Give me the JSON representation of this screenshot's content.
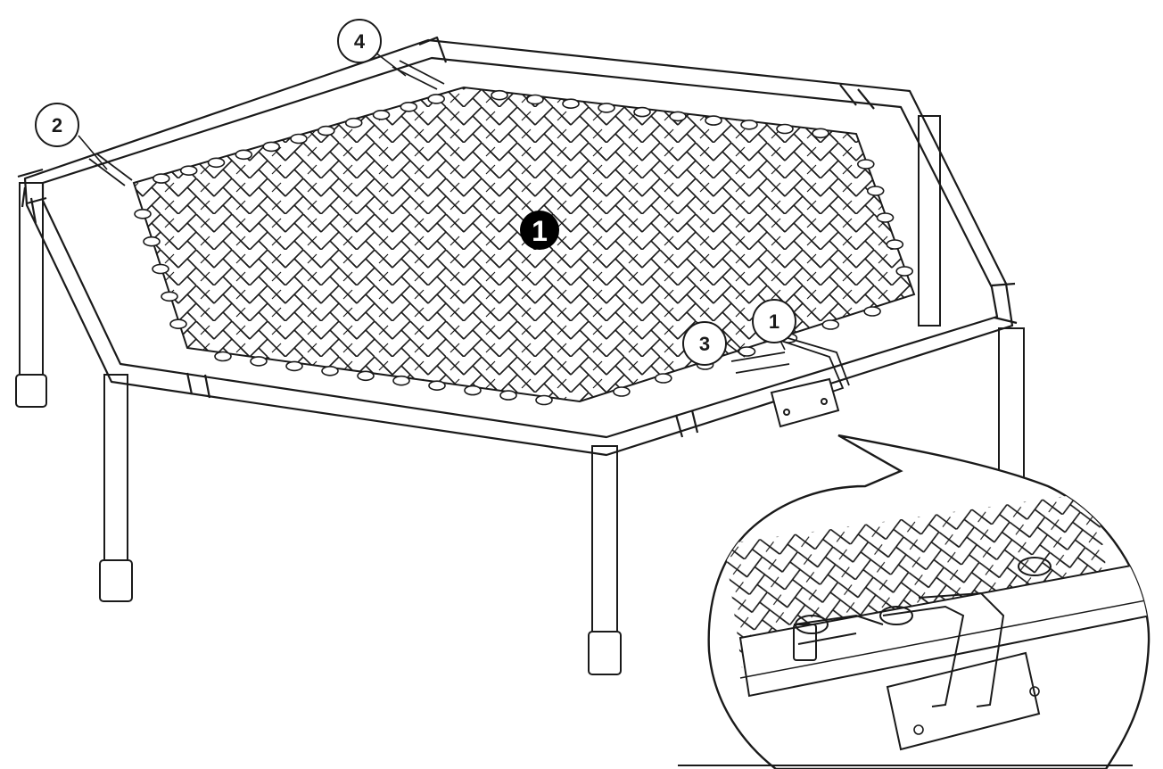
{
  "callouts": {
    "c1": "1",
    "c2": "2",
    "c3": "3",
    "c4": "4"
  },
  "step_marker": "1",
  "colors": {
    "line": "#1a1a1a",
    "background": "#ffffff",
    "marker_fill": "#000000",
    "marker_text": "#ffffff"
  }
}
